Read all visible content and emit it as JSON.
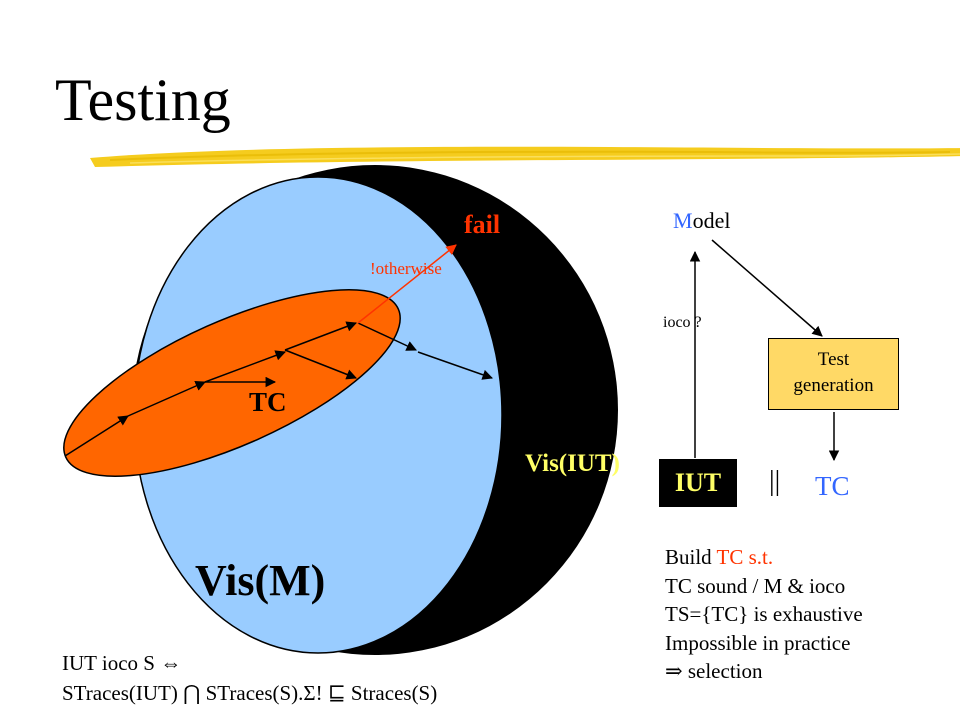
{
  "slide": {
    "title": "Testing",
    "accent_colors": {
      "brush": "#f5cc1e",
      "vis_iut_region": "#000000",
      "vis_m_region": "#99ccff",
      "tc_region": "#ff6600",
      "fail": "#ff3300",
      "model_highlight": "#3366ff",
      "test_generation_box": "#ffd966",
      "vis_iut_label": "#ffff66"
    }
  },
  "diagram": {
    "fail_label": "fail",
    "otherwise_label": "!otherwise",
    "tc_label": "TC",
    "vis_iut_label": "Vis(IUT)",
    "vis_m_label": "Vis(M)"
  },
  "flow": {
    "model_first_letter": "M",
    "model_rest": "odel",
    "ioco_question": "ioco ?",
    "test_generation_line1": "Test",
    "test_generation_line2": "generation",
    "iut_label": "IUT",
    "parallel_symbol": "||",
    "tc_label": "TC"
  },
  "notes": {
    "build_prefix": "Build ",
    "build_tc": "TC s.t.",
    "line2": "TC sound / M & ioco",
    "line3": "TS={TC} is exhaustive",
    "line4": "Impossible in practice",
    "line5": "⇒ selection"
  },
  "definition": {
    "line1_text": "IUT ioco S ",
    "line1_symbol": "⇔",
    "line2_part1": "STraces(IUT) ",
    "line2_cap": "⋂",
    "line2_part2": " STraces(S).Σ! ",
    "line2_subseteq": "⊑",
    "line2_part3": " Straces(S)"
  }
}
